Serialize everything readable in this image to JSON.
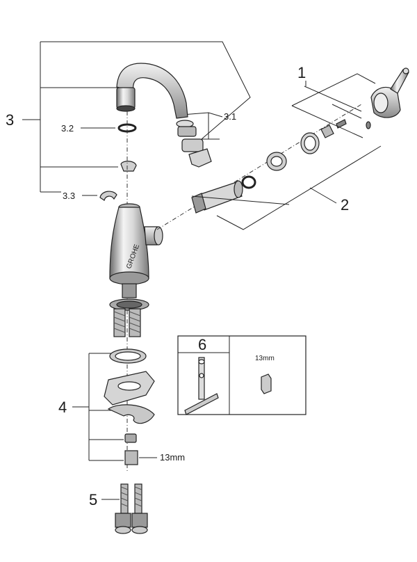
{
  "callouts": {
    "c1": "1",
    "c2": "2",
    "c3": "3",
    "c3_1": "3.1",
    "c3_2": "3.2",
    "c3_3": "3.3",
    "c4": "4",
    "c5": "5",
    "c6": "6"
  },
  "labels": {
    "wrench_size_box": "13mm",
    "nut_size": "13mm"
  },
  "colors": {
    "line": "#222222",
    "part_fill": "#e6e6e6",
    "chrome_dark": "#555555"
  }
}
